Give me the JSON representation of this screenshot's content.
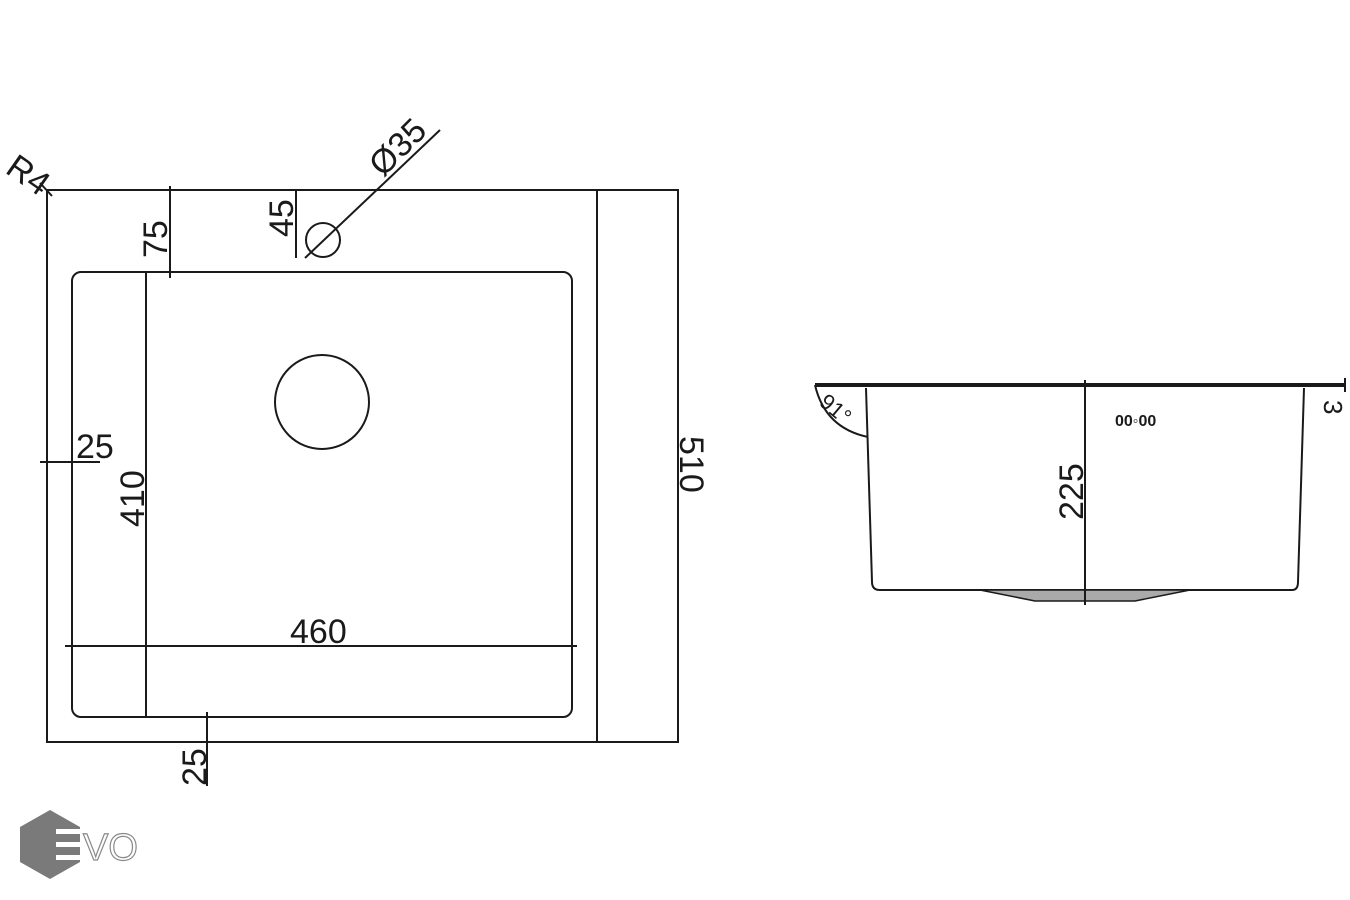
{
  "top_view": {
    "corner_radius_label": "R4",
    "tap_hole_diameter_label": "Ø35",
    "tap_hole_offset_label": "45",
    "rim_top_label": "75",
    "rim_left_label": "25",
    "bowl_depth_label": "410",
    "bowl_width_label": "460",
    "rim_bottom_label": "25",
    "overall_length_label": "510"
  },
  "side_view": {
    "angle_label": "91°",
    "bowl_height_label": "225",
    "rim_thickness_label": "3",
    "marking": "00◦00"
  },
  "logo": {
    "text": "EVO",
    "color": "#7a7a7a"
  }
}
